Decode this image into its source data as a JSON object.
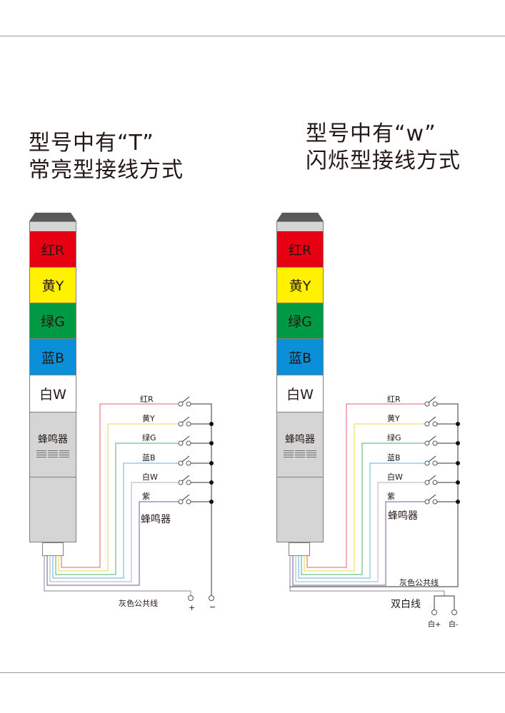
{
  "left": {
    "title_line1": "型号中有“T”",
    "title_line2": "常亮型接线方式",
    "tower": {
      "red": "红R",
      "yellow": "黄Y",
      "green": "绿G",
      "blue": "蓝B",
      "white": "白W",
      "buzzer": "蜂鸣器"
    },
    "wires": {
      "red": "红R",
      "yellow": "黄Y",
      "green": "绿G",
      "blue": "蓝B",
      "white": "白W",
      "purple": "紫",
      "buzzer": "蜂鸣器",
      "common": "灰色公共线",
      "plus": "+",
      "minus": "−"
    }
  },
  "right": {
    "title_line1": "型号中有“w”",
    "title_line2": "闪烁型接线方式",
    "tower": {
      "red": "红R",
      "yellow": "黄Y",
      "green": "绿G",
      "blue": "蓝B",
      "white": "白W",
      "buzzer": "蜂鸣器"
    },
    "wires": {
      "red": "红R",
      "yellow": "黄Y",
      "green": "绿G",
      "blue": "蓝B",
      "white": "白W",
      "purple": "紫",
      "buzzer": "蜂鸣器",
      "common": "灰色公共线",
      "double_white": "双白线",
      "white_plus": "白+",
      "white_minus": "白-"
    }
  },
  "colors": {
    "red": "#e60012",
    "yellow": "#fff100",
    "green": "#009944",
    "blue": "#0a8fd8",
    "white": "#ffffff",
    "housing": "#d5d5d5",
    "cap": "#5a5a5a",
    "wire_red": "#e8626a",
    "wire_yellow": "#e6d84a",
    "wire_green": "#4fb06a",
    "wire_blue": "#5fb0e0",
    "wire_white": "#b0b0b0",
    "wire_purple": "#6a5aa8",
    "wire_grey": "#8a8a8a"
  }
}
